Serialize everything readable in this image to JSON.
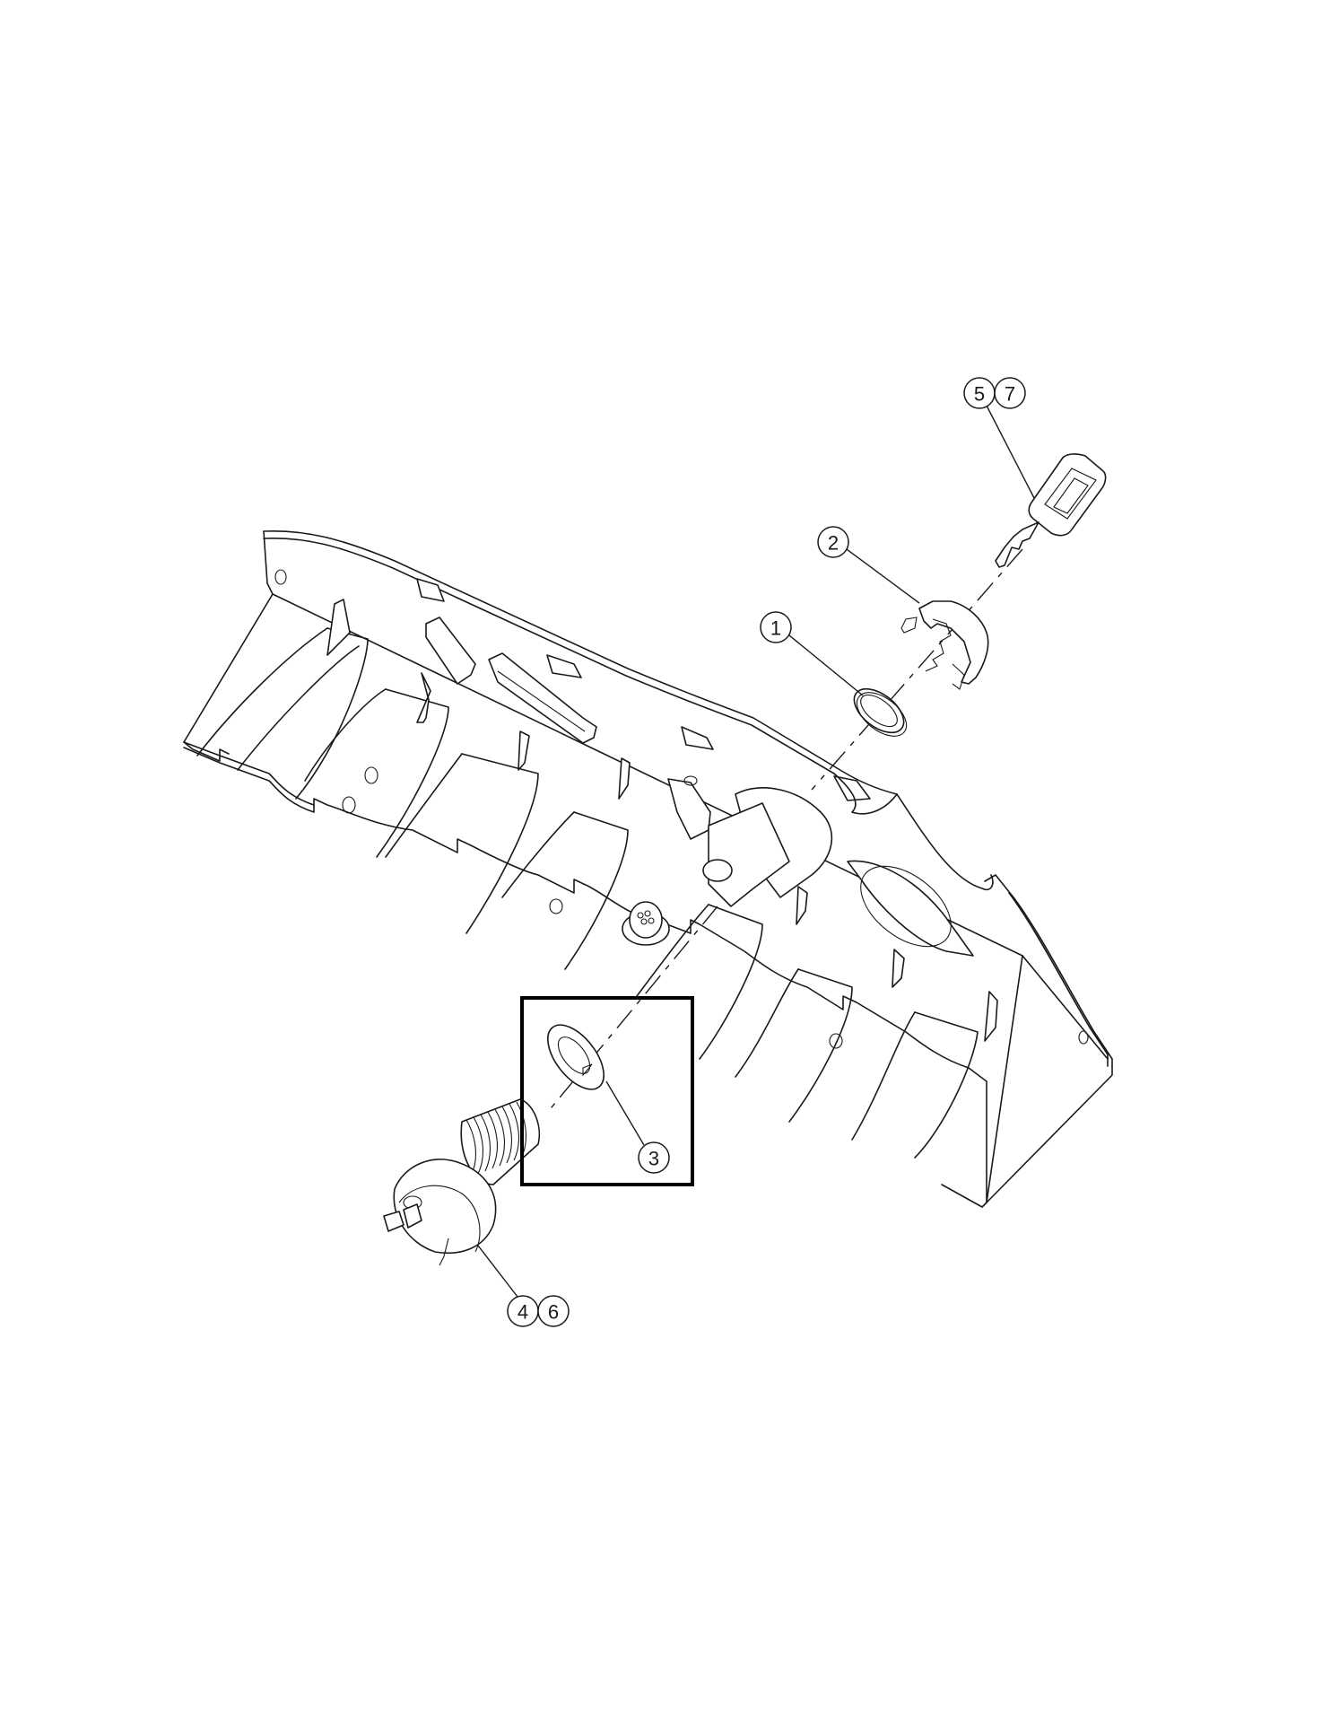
{
  "diagram": {
    "type": "exploded parts diagram",
    "subject": "panel assembly with key switch and threaded switch",
    "highlight_color": "#000000",
    "line_color": "#1a1a1a",
    "background": "#ffffff"
  },
  "callouts": [
    {
      "id": "c1",
      "label": "1",
      "part": "nut"
    },
    {
      "id": "c2",
      "label": "2",
      "part": "bezel clip"
    },
    {
      "id": "c3",
      "label": "3",
      "part": "washer",
      "highlighted": true
    },
    {
      "id": "c4",
      "label": "4",
      "part": "threaded switch"
    },
    {
      "id": "c5",
      "label": "5",
      "part": "key"
    },
    {
      "id": "c6",
      "label": "6",
      "part": "threaded switch"
    },
    {
      "id": "c7",
      "label": "7",
      "part": "key"
    }
  ],
  "highlight": {
    "target": "3"
  }
}
